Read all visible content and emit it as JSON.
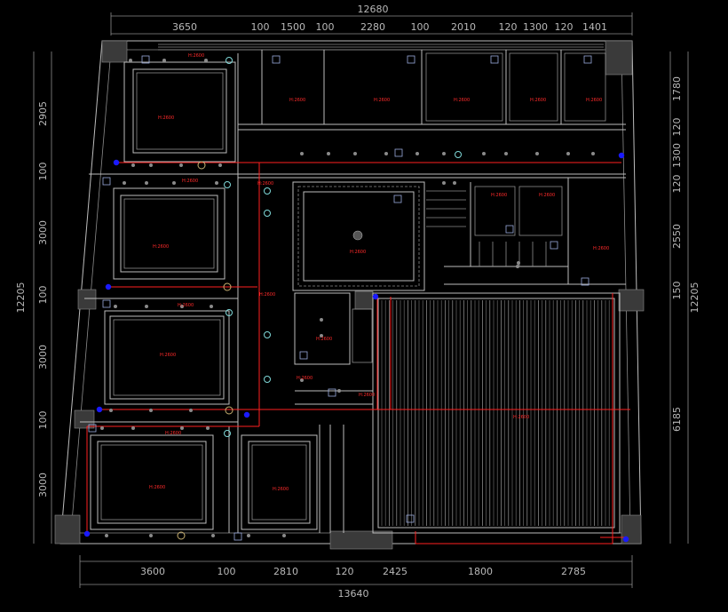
{
  "dimensions": {
    "top_total": "12680",
    "top_segments": [
      "3650",
      "100",
      "1500",
      "100",
      "2280",
      "100",
      "2010",
      "120",
      "1300",
      "120",
      "1401"
    ],
    "bottom_segments": [
      "3600",
      "100",
      "2810",
      "120",
      "2425",
      "1800",
      "2785"
    ],
    "bottom_total": "13640",
    "left_total": "12205",
    "left_segments": [
      "2905",
      "100",
      "3000",
      "100",
      "3000",
      "100",
      "3000"
    ],
    "right_total": "12205",
    "right_segments": [
      "1780",
      "120",
      "1300",
      "120",
      "2550",
      "150",
      "6185"
    ]
  },
  "height_tags": [
    "H:2600",
    "H:2600",
    "H:2600",
    "H:2600",
    "H:2600",
    "H:2600",
    "H:2600",
    "H:2600",
    "H:2600",
    "H:2600",
    "H:2600",
    "H:2600",
    "H:2600",
    "H:2600",
    "H:2600",
    "H:2600",
    "H:2600",
    "H:2600",
    "H:2600",
    "H:2600",
    "H:2600",
    "H:2600",
    "H:2600",
    "H:2600"
  ],
  "colors": {
    "background": "#000000",
    "linework": "#bdbdbd",
    "dimension_text": "#b8b8b8",
    "annotation_red": "#ff2020",
    "marker_blue": "#1a1aff",
    "fixture_cyan": "#7fd8d8"
  }
}
